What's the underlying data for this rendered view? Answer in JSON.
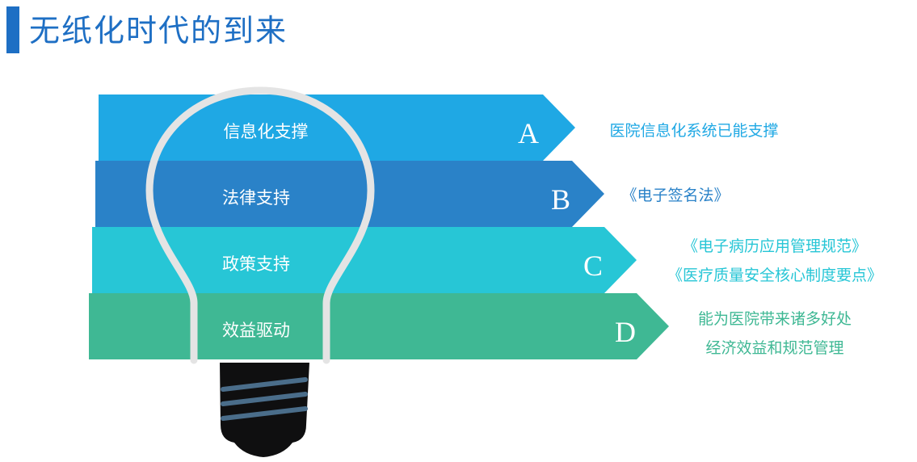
{
  "title": "无纸化时代的到来",
  "colors": {
    "title": "#1e6fc4",
    "band_a": "#1fa8e4",
    "band_b": "#2a82c8",
    "band_c": "#27c6d6",
    "band_d": "#3fb894",
    "bulb_outline": "#e4e4e4",
    "base": "#0f0f10",
    "threads": "#4a6d8a"
  },
  "bands": [
    {
      "label": "信息化支撑",
      "letter": "A",
      "desc": [
        "医院信息化系统已能支撑"
      ]
    },
    {
      "label": "法律支持",
      "letter": "B",
      "desc": [
        "《电子签名法》"
      ]
    },
    {
      "label": "政策支持",
      "letter": "C",
      "desc": [
        "《电子病历应用管理规范》",
        "《医疗质量安全核心制度要点》"
      ]
    },
    {
      "label": "效益驱动",
      "letter": "D",
      "desc": [
        "能为医院带来诸多好处",
        "经济效益和规范管理"
      ]
    }
  ]
}
